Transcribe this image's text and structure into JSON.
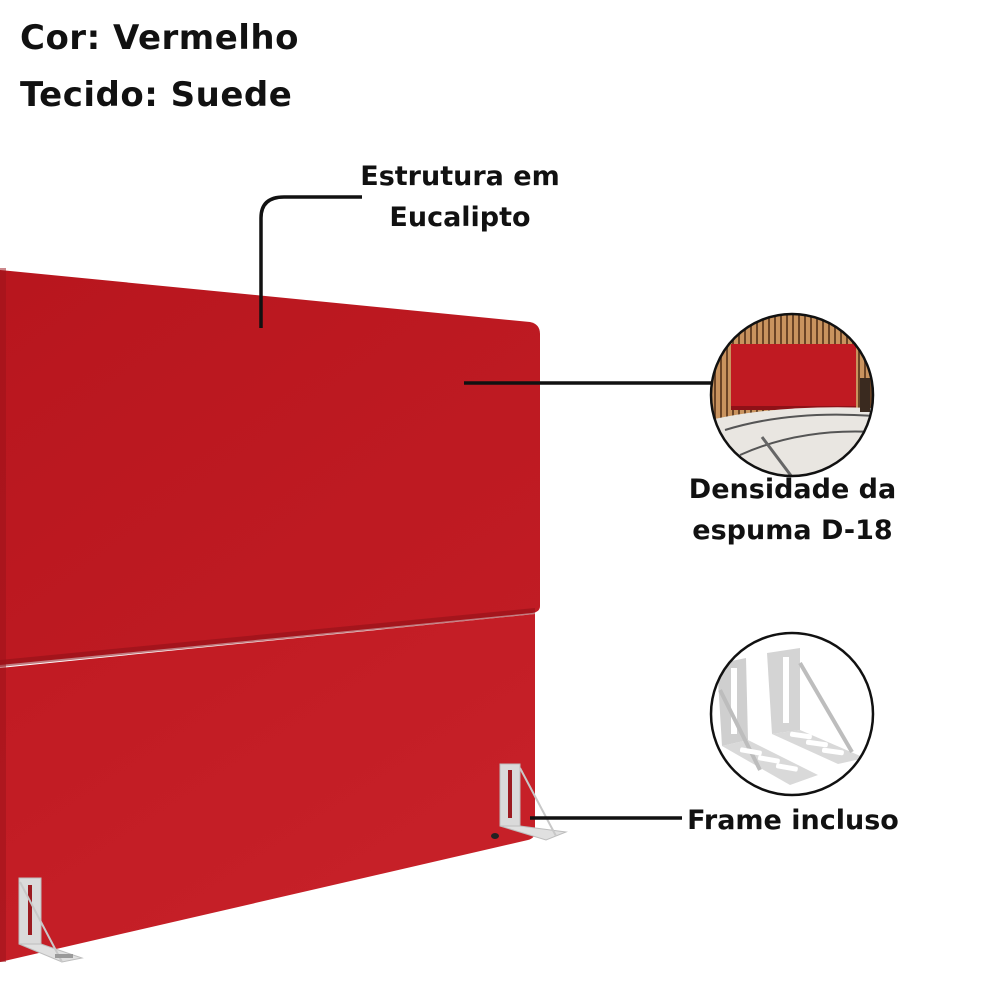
{
  "product": {
    "color_label": "Cor: Vermelho",
    "fabric_label": "Tecido: Suede",
    "colors": {
      "fabric_red": "#bd1a22",
      "fabric_red_dark": "#a3141b",
      "bracket_gray": "#d9d9d9",
      "callout_line": "#111111",
      "text": "#111111"
    }
  },
  "callouts": [
    {
      "id": "structure",
      "label_line1": "Estrutura em",
      "label_line2": "Eucalipto",
      "icon": "leader-line"
    },
    {
      "id": "foam",
      "label_line1": "Densidade da",
      "label_line2": "espuma D-18",
      "icon": "headboard-bedroom-thumbnail"
    },
    {
      "id": "frame",
      "label_line1": "Frame incluso",
      "icon": "metal-bracket-thumbnail"
    }
  ]
}
